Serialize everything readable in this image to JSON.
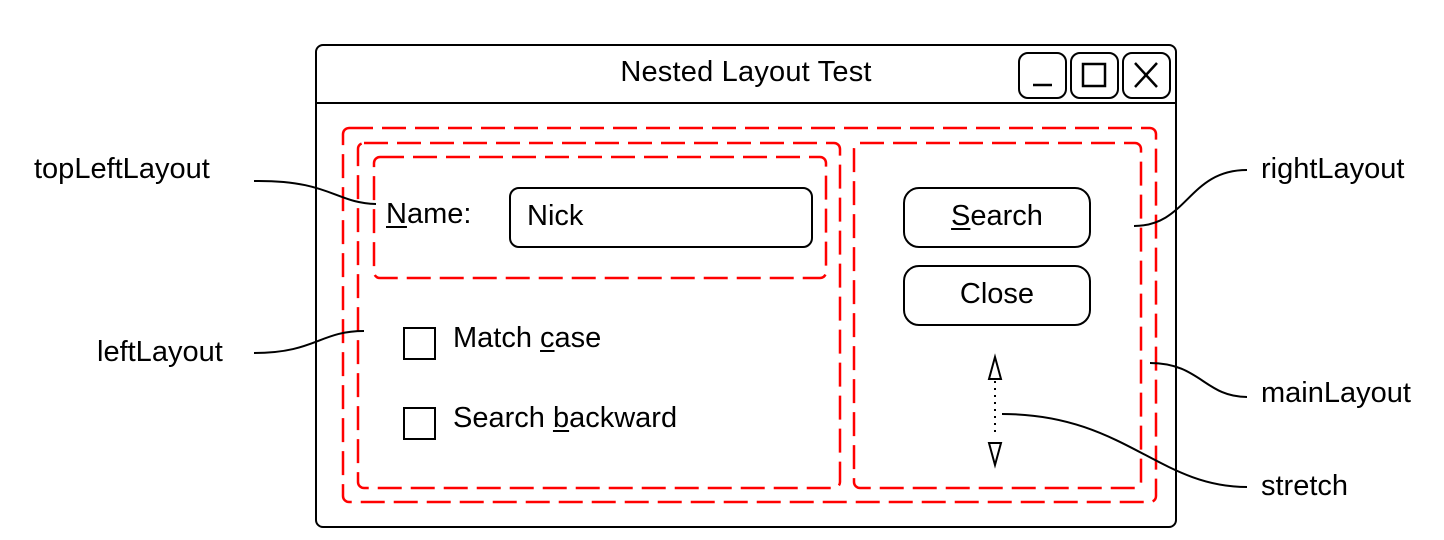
{
  "window": {
    "title": "Nested Layout Test",
    "controls": {
      "minimize": "minimize-icon",
      "maximize": "maximize-icon",
      "close": "close-icon"
    }
  },
  "form": {
    "name_label": {
      "mnemonic": "N",
      "rest": "ame:"
    },
    "name_value": "Nick",
    "match_case": {
      "before": "Match ",
      "mnemonic": "c",
      "after": "ase",
      "checked": false
    },
    "search_backward": {
      "before": "Search ",
      "mnemonic": "b",
      "after": "ackward",
      "checked": false
    },
    "search_button": {
      "mnemonic": "S",
      "rest": "earch"
    },
    "close_button": "Close"
  },
  "callouts": {
    "top_left_layout": "topLeftLayout",
    "left_layout": "leftLayout",
    "right_layout": "rightLayout",
    "main_layout": "mainLayout",
    "stretch": "stretch"
  },
  "colors": {
    "layout_outline": "#ff0000",
    "ink": "#000000"
  }
}
